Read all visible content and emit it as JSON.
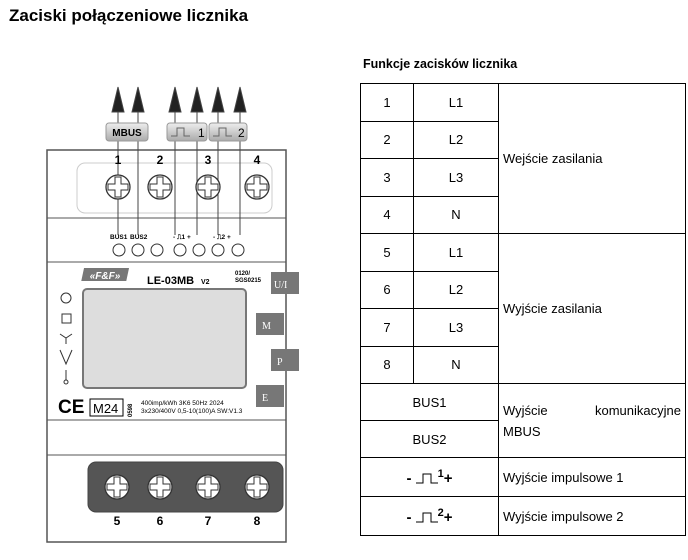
{
  "title": "Zaciski połączeniowe licznika",
  "table_title": "Funkcje zacisków licznika",
  "rows": [
    {
      "n": "1",
      "p": "L1"
    },
    {
      "n": "2",
      "p": "L2"
    },
    {
      "n": "3",
      "p": "L3"
    },
    {
      "n": "4",
      "p": "N"
    },
    {
      "n": "5",
      "p": "L1"
    },
    {
      "n": "6",
      "p": "L2"
    },
    {
      "n": "7",
      "p": "L3"
    },
    {
      "n": "8",
      "p": "N"
    }
  ],
  "group_in": "Wejście zasilania",
  "group_out": "Wyjście zasilania",
  "bus1": "BUS1",
  "bus2": "BUS2",
  "bus_desc_a": "Wyjście",
  "bus_desc_b": "komunikacyjne",
  "bus_desc_c": "MBUS",
  "imp1": {
    "minus": "-",
    "num": "1",
    "plus": "+",
    "desc": "Wyjście impulsowe 1"
  },
  "imp2": {
    "minus": "-",
    "num": "2",
    "plus": "+",
    "desc": "Wyjście impulsowe 2"
  },
  "meter": {
    "mbus_label": "MBUS",
    "pulse1": "1",
    "pulse2": "2",
    "top_numbers": [
      "1",
      "2",
      "3",
      "4"
    ],
    "bottom_numbers": [
      "5",
      "6",
      "7",
      "8"
    ],
    "bus1": "BUS1",
    "bus2": "BUS2",
    "pm1": "- ⎍1 +",
    "pm2": "- ⎍2 +",
    "brand": "«F&F»",
    "model": "LE-03MB",
    "version": "V2",
    "cert1": "0120/",
    "cert2": "SGS0215",
    "btn_ui": "U/I",
    "btn_m": "M",
    "btn_p": "P",
    "btn_e": "E",
    "ce": "CE",
    "m24": "M24",
    "nb": "0598",
    "spec1": "400imp/kWh  3K6  50Hz  2024",
    "spec2": "3x230/400V  0,5-10(100)A  SW:V1.3"
  }
}
